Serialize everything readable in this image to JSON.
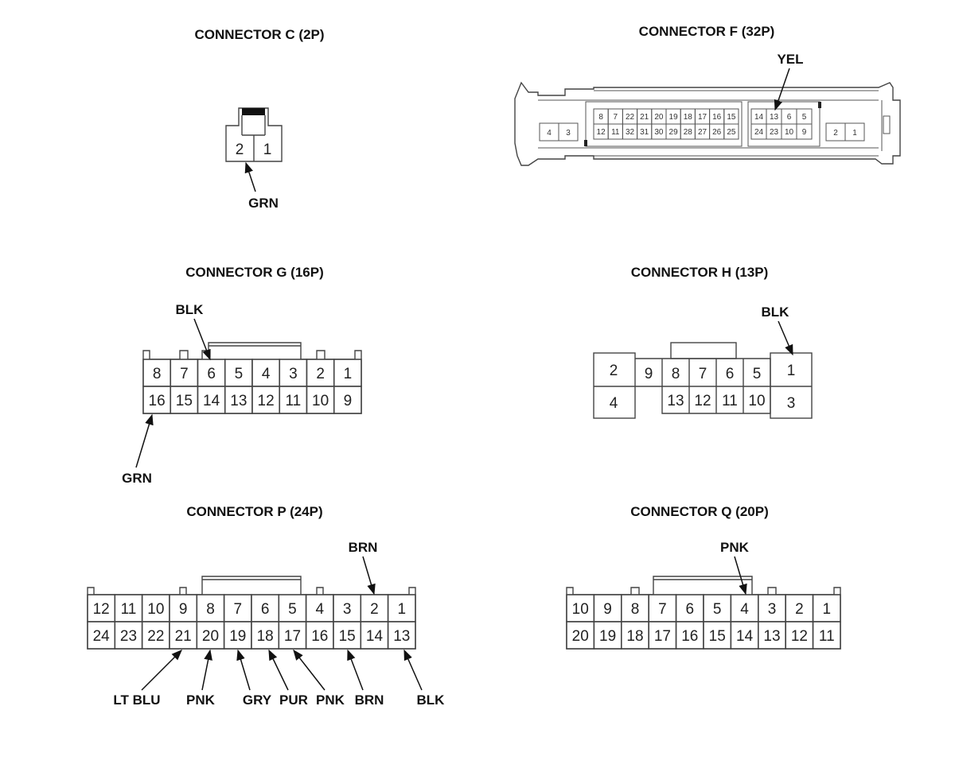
{
  "connectors": {
    "c": {
      "title": "CONNECTOR C (2P)",
      "pins": [
        "2",
        "1"
      ],
      "wires": [
        {
          "label": "GRN",
          "pin": "2"
        }
      ]
    },
    "f": {
      "title": "CONNECTOR F (32P)",
      "pins_left_end": [
        "4",
        "3"
      ],
      "pins_a_top": [
        "8",
        "7",
        "22",
        "21",
        "20",
        "19",
        "18",
        "17",
        "16",
        "15"
      ],
      "pins_a_bottom": [
        "12",
        "11",
        "32",
        "31",
        "30",
        "29",
        "28",
        "27",
        "26",
        "25"
      ],
      "pins_b_top": [
        "14",
        "13",
        "6",
        "5"
      ],
      "pins_b_bottom": [
        "24",
        "23",
        "10",
        "9"
      ],
      "pins_right_end": [
        "2",
        "1"
      ],
      "wires": [
        {
          "label": "YEL",
          "pin": "13"
        }
      ]
    },
    "g": {
      "title": "CONNECTOR G (16P)",
      "top_row": [
        "8",
        "7",
        "6",
        "5",
        "4",
        "3",
        "2",
        "1"
      ],
      "bottom_row": [
        "16",
        "15",
        "14",
        "13",
        "12",
        "11",
        "10",
        "9"
      ],
      "wires": [
        {
          "label": "BLK",
          "pin": "6"
        },
        {
          "label": "GRN",
          "pin": "16"
        }
      ]
    },
    "h": {
      "title": "CONNECTOR H (13P)",
      "left_block": [
        "2",
        "4"
      ],
      "top_row": [
        "9",
        "8",
        "7",
        "6",
        "5"
      ],
      "bottom_row": [
        "13",
        "12",
        "11",
        "10"
      ],
      "right_block": [
        "1",
        "3"
      ],
      "wires": [
        {
          "label": "BLK",
          "pin": "1"
        }
      ]
    },
    "p": {
      "title": "CONNECTOR P (24P)",
      "top_row": [
        "12",
        "11",
        "10",
        "9",
        "8",
        "7",
        "6",
        "5",
        "4",
        "3",
        "2",
        "1"
      ],
      "bottom_row": [
        "24",
        "23",
        "22",
        "21",
        "20",
        "19",
        "18",
        "17",
        "16",
        "15",
        "14",
        "13"
      ],
      "wires": [
        {
          "label": "BRN",
          "pin": "2"
        },
        {
          "label": "LT BLU",
          "pin": "21"
        },
        {
          "label": "PNK",
          "pin": "20"
        },
        {
          "label": "GRY",
          "pin": "19"
        },
        {
          "label": "PUR",
          "pin": "18"
        },
        {
          "label": "PNK",
          "pin": "17"
        },
        {
          "label": "BRN",
          "pin": "15"
        },
        {
          "label": "BLK",
          "pin": "13"
        }
      ]
    },
    "q": {
      "title": "CONNECTOR Q (20P)",
      "top_row": [
        "10",
        "9",
        "8",
        "7",
        "6",
        "5",
        "4",
        "3",
        "2",
        "1"
      ],
      "bottom_row": [
        "20",
        "19",
        "18",
        "17",
        "16",
        "15",
        "14",
        "13",
        "12",
        "11"
      ],
      "wires": [
        {
          "label": "PNK",
          "pin": "4"
        }
      ]
    }
  }
}
